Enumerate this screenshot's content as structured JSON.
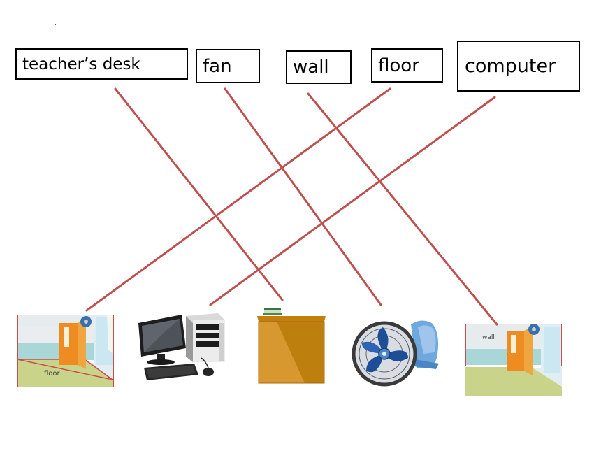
{
  "words": {
    "teachers_desk": "teacher’s desk",
    "fan": "fan",
    "wall": "wall",
    "floor": "floor",
    "computer": "computer"
  },
  "pictures": {
    "floor_scene_label": "floor",
    "wall_scene_label": "wall"
  },
  "colors": {
    "match_line": "#c0504d",
    "box_border": "#000000"
  },
  "icons": [
    "classroom-floor-icon",
    "computer-icon",
    "teachers-desk-icon",
    "electric-fan-icon",
    "classroom-wall-icon"
  ]
}
